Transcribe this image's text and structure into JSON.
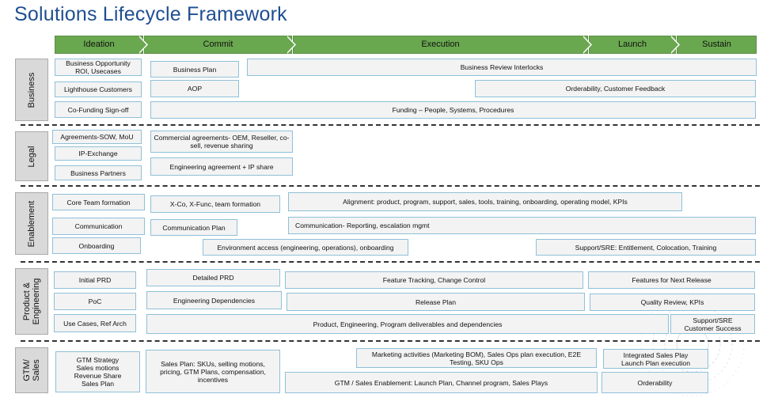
{
  "title": "Solutions Lifecycle Framework",
  "colors": {
    "title": "#1f4f91",
    "phase_fill": "#6aa84f",
    "box_border": "#8fc0d9",
    "box_fill": "#f3f3f3",
    "section_fill": "#d9d9d9"
  },
  "phases": [
    "Ideation",
    "Commit",
    "Execution",
    "Launch",
    "Sustain"
  ],
  "sections": {
    "business": "Business",
    "legal": "Legal",
    "enablement": "Enablement",
    "product": "Product & Engineering",
    "gtm": "GTM/ Sales"
  },
  "boxes": {
    "biz_opp": "Business Opportunity ROI, Usecases",
    "biz_plan": "Business Plan",
    "biz_review": "Business Review Interlocks",
    "lighthouse": "Lighthouse Customers",
    "aop": "AOP",
    "orderability_feedback": "Orderability, Customer Feedback",
    "cofunding": "Co-Funding Sign-off",
    "funding": "Funding – People, Systems, Procedures",
    "agreements": "Agreements-SOW, MoU",
    "commercial": "Commercial agreements- OEM, Reseller, co-sell, revenue sharing",
    "ip_exchange": "IP-Exchange",
    "eng_agreement": "Engineering agreement + IP share",
    "partners": "Business Partners",
    "core_team": "Core Team formation",
    "xco": "X-Co, X-Func, team formation",
    "alignment": "Alignment: product, program, support, sales, tools, training, onboarding, operating model, KPIs",
    "communication": "Communication",
    "comm_plan": "Communication Plan",
    "comm_reporting": "Communication- Reporting, escalation mgmt",
    "onboarding": "Onboarding",
    "env_access": "Environment access (engineering, operations), onboarding",
    "support_sre": "Support/SRE: Entitlement, Colocation, Training",
    "initial_prd": "Initial PRD",
    "detailed_prd": "Detailed PRD",
    "feature_tracking": "Feature Tracking, Change Control",
    "features_next": "Features for Next Release",
    "poc": "PoC",
    "eng_deps": "Engineering Dependencies",
    "release_plan": "Release Plan",
    "quality": "Quality Review, KPIs",
    "use_cases": "Use Cases, Ref Arch",
    "deliverables": "Product, Engineering, Program deliverables and dependencies",
    "support_success": "Support/SRE Customer Success",
    "gtm_strategy": "GTM Strategy Sales motions Revenue Share Sales Plan",
    "sales_plan": "Sales Plan: SKUs, selling motions, pricing, GTM Plans, compensation, incentives",
    "marketing": "Marketing activities (Marketing BOM), Sales Ops plan execution, E2E Testing, SKU Ops",
    "integrated": "Integrated Sales Play Launch Plan execution",
    "gtm_enablement": "GTM / Sales Enablement: Launch Plan, Channel program, Sales Plays",
    "orderability": "Orderability"
  }
}
